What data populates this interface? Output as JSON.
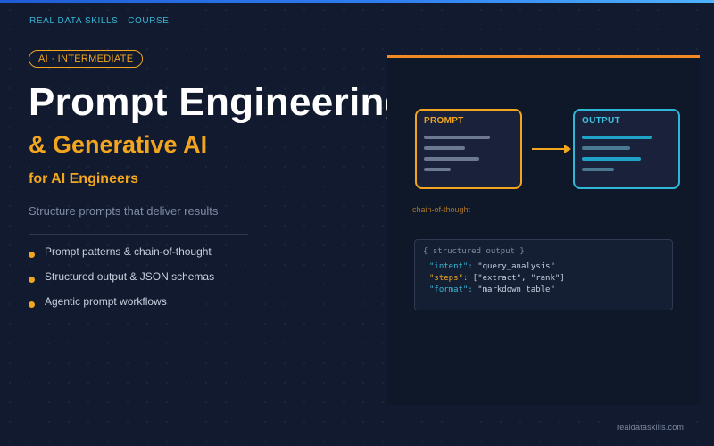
{
  "header": {
    "brand": "REAL DATA SKILLS · COURSE",
    "badge": "AI · INTERMEDIATE"
  },
  "hero": {
    "title": "Prompt Engineering",
    "subtitle": "& Generative AI",
    "audience": "for AI Engineers",
    "tagline": "Structure prompts that deliver results"
  },
  "bullets": [
    "Prompt patterns & chain-of-thought",
    "Structured output & JSON schemas",
    "Agentic prompt workflows"
  ],
  "diagram": {
    "prompt_label": "PROMPT",
    "output_label": "OUTPUT",
    "arrow_caption": "chain-of-thought",
    "code_card": {
      "header": "{  structured output  }",
      "rows": [
        {
          "key": "\"intent\":",
          "value": "\"query_analysis\""
        },
        {
          "key": "\"steps\":",
          "value": "[\"extract\", \"rank\"]"
        },
        {
          "key": "\"format\":",
          "value": "\"markdown_table\""
        }
      ]
    }
  },
  "footer": {
    "site": "realdataskills.com"
  },
  "colors": {
    "background": "#111a2e",
    "accent_orange": "#f2a51f",
    "accent_cyan": "#38b7d6"
  }
}
